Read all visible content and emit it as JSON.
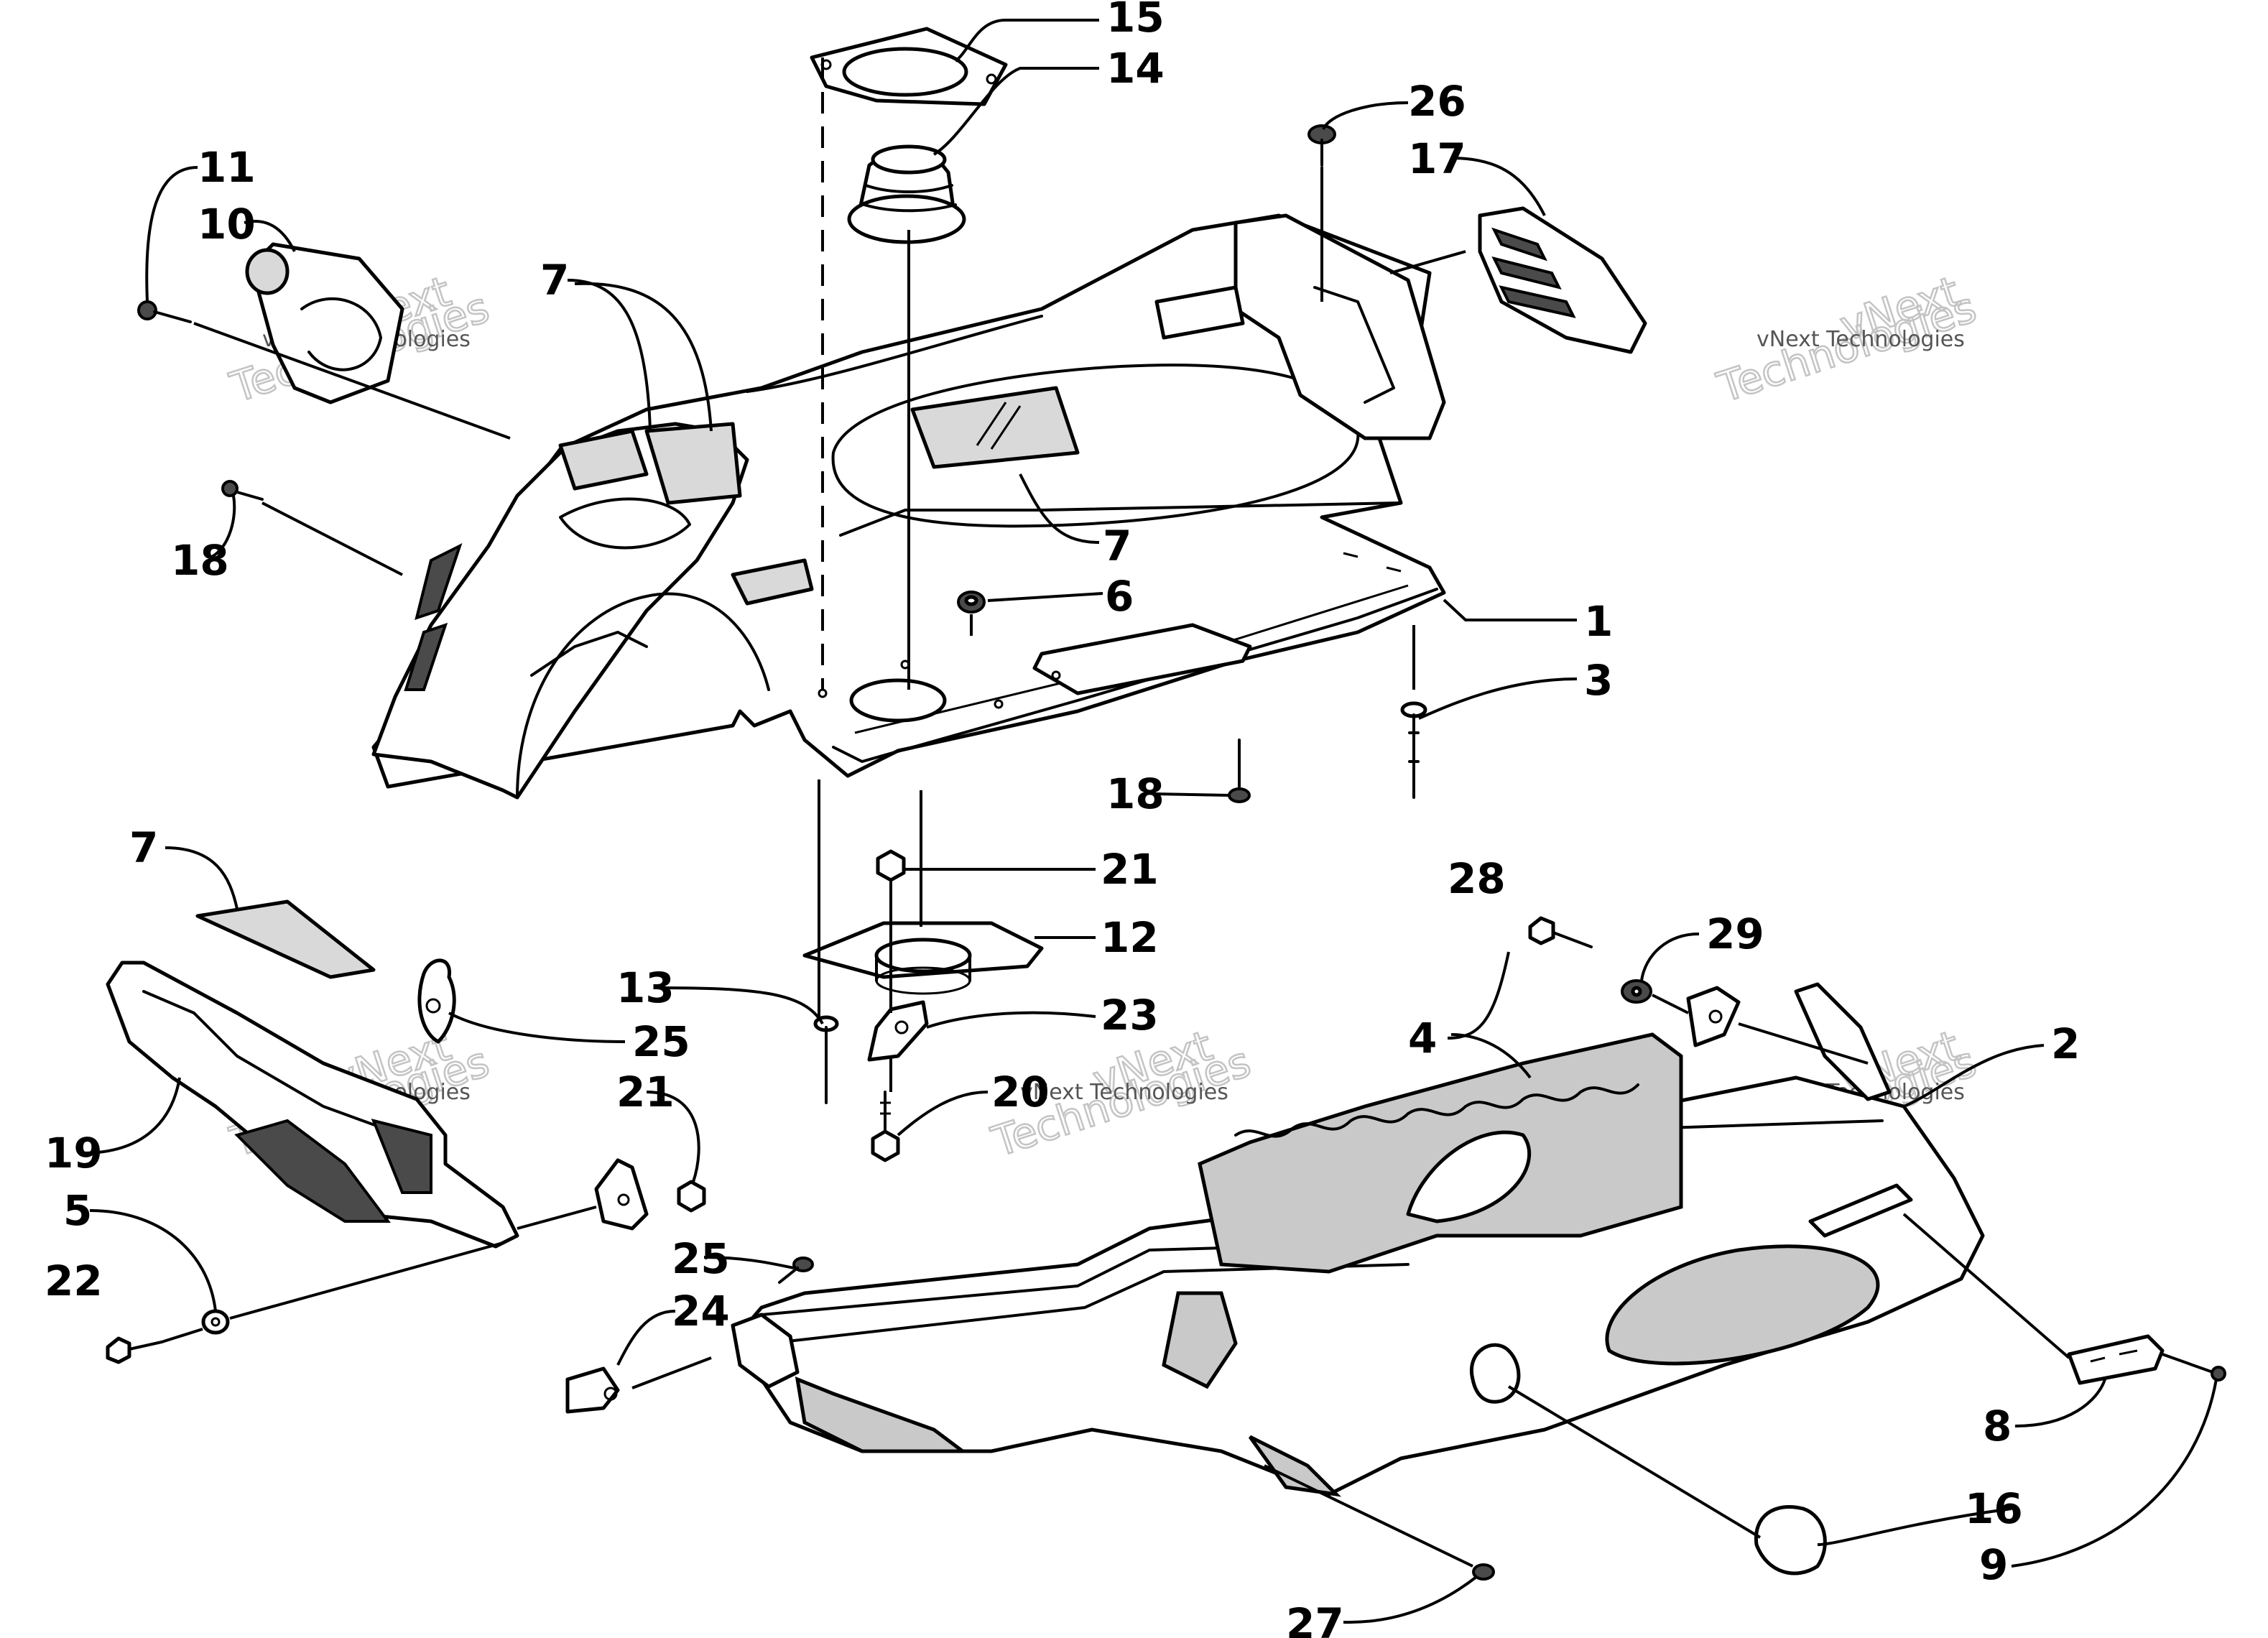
{
  "callouts": [
    {
      "id": "1",
      "text": "1"
    },
    {
      "id": "2",
      "text": "2"
    },
    {
      "id": "3",
      "text": "3"
    },
    {
      "id": "4",
      "text": "4"
    },
    {
      "id": "5",
      "text": "5"
    },
    {
      "id": "6",
      "text": "6"
    },
    {
      "id": "7a",
      "text": "7"
    },
    {
      "id": "7b",
      "text": "7"
    },
    {
      "id": "7c",
      "text": "7"
    },
    {
      "id": "8",
      "text": "8"
    },
    {
      "id": "9",
      "text": "9"
    },
    {
      "id": "10",
      "text": "10"
    },
    {
      "id": "11",
      "text": "11"
    },
    {
      "id": "12",
      "text": "12"
    },
    {
      "id": "13",
      "text": "13"
    },
    {
      "id": "14",
      "text": "14"
    },
    {
      "id": "15",
      "text": "15"
    },
    {
      "id": "16",
      "text": "16"
    },
    {
      "id": "17",
      "text": "17"
    },
    {
      "id": "18a",
      "text": "18"
    },
    {
      "id": "18b",
      "text": "18"
    },
    {
      "id": "19",
      "text": "19"
    },
    {
      "id": "20",
      "text": "20"
    },
    {
      "id": "21a",
      "text": "21"
    },
    {
      "id": "21b",
      "text": "21"
    },
    {
      "id": "22",
      "text": "22"
    },
    {
      "id": "23",
      "text": "23"
    },
    {
      "id": "24",
      "text": "24"
    },
    {
      "id": "25a",
      "text": "25"
    },
    {
      "id": "25b",
      "text": "25"
    },
    {
      "id": "26",
      "text": "26"
    },
    {
      "id": "27",
      "text": "27"
    },
    {
      "id": "28",
      "text": "28"
    },
    {
      "id": "29",
      "text": "29"
    }
  ],
  "watermark": {
    "text": "vNext Technologies",
    "line1": "vNext",
    "line2": "Technologies"
  }
}
